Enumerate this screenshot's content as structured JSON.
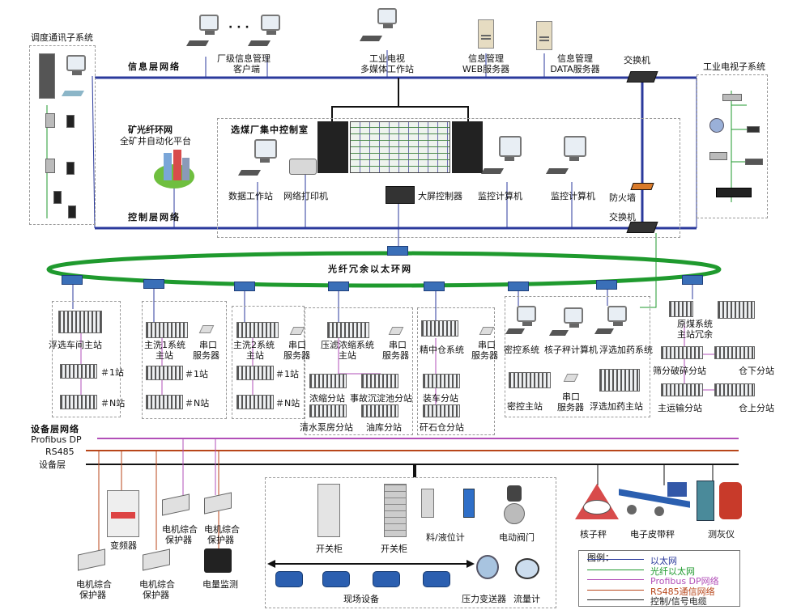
{
  "title_main": "选煤厂集中控制室",
  "ring_title": "光纤冗余以太环网",
  "layers": {
    "info": "信息层网络",
    "control": "控制层网络",
    "device_net": "设备层网络",
    "profibus": "Profibus DP",
    "rs485": "RS485",
    "device_layer": "设备层"
  },
  "dispatch": {
    "title": "调度通讯子系统"
  },
  "mine_ring": {
    "title": "矿光纤环网",
    "subtitle": "全矿井自动化平台"
  },
  "tv_system": {
    "title": "工业电视子系统"
  },
  "info_nodes": {
    "client_line1": "厂级信息管理",
    "client_line2": "客户端",
    "tv_line1": "工业电视",
    "tv_line2": "多媒体工作站",
    "web_line1": "信息管理",
    "web_line2": "WEB服务器",
    "data_line1": "信息管理",
    "data_line2": "DATA服务器",
    "switch": "交换机",
    "dots": "· · ·"
  },
  "control_room": {
    "data_ws": "数据工作站",
    "printer": "网络打印机",
    "screen_ctrl": "大屏控制器",
    "monitor1": "监控计算机",
    "monitor2": "监控计算机",
    "firewall": "防火墙",
    "switch": "交换机"
  },
  "stations": {
    "s1_main": "浮选车间主站",
    "s1_n1": "＃1站",
    "s1_nn": "＃N站",
    "s2_main_l1": "主洗1系统",
    "s2_main_l2": "主站",
    "s2_serial_l1": "串口",
    "s2_serial_l2": "服务器",
    "s2_n1": "＃1站",
    "s2_nn": "＃N站",
    "s3_main_l1": "主洗2系统",
    "s3_main_l2": "主站",
    "s3_serial_l1": "串口",
    "s3_serial_l2": "服务器",
    "s3_n1": "＃1站",
    "s3_nn": "＃N站",
    "s4_main_l1": "压滤浓缩系统",
    "s4_main_l2": "主站",
    "s4_serial_l1": "串口",
    "s4_serial_l2": "服务器",
    "s4_a": "浓缩分站",
    "s4_b": "事故沉淀池分站",
    "s4_c": "清水泵房分站",
    "s4_d": "油库分站",
    "s5_main": "精中仓系统",
    "s5_serial_l1": "串口",
    "s5_serial_l2": "服务器",
    "s5_a": "装车分站",
    "s5_b": "矸石仓分站",
    "s6_a": "密控系统",
    "s6_b": "核子秤计算机",
    "s6_c": "浮选加药系统",
    "s6_d": "密控主站",
    "s6_e_l1": "串口",
    "s6_e_l2": "服务器",
    "s6_f": "浮选加药主站",
    "s7_main_l1": "原煤系统",
    "s7_main_l2": "主站冗余",
    "s7_a": "筛分破碎分站",
    "s7_b": "仓下分站",
    "s7_c": "主运输分站",
    "s7_d": "仓上分站"
  },
  "field": {
    "vfd": "变频器",
    "prot_a_l1": "电机综合",
    "prot_a_l2": "保护器",
    "prot_b_l1": "电机综合",
    "prot_b_l2": "保护器",
    "prot_c_l1": "电机综合",
    "prot_c_l2": "保护器",
    "prot_d_l1": "电机综合",
    "prot_d_l2": "保护器",
    "power_mon": "电量监测",
    "switchgear1": "开关柜",
    "switchgear2": "开关柜",
    "level": "料/液位计",
    "valve": "电动阀门",
    "field_dev": "现场设备",
    "pressure": "压力变送器",
    "flow": "流量计",
    "nuclear_scale": "核子秤",
    "belt_scale": "电子皮带秤",
    "ash": "测灰仪"
  },
  "legend": {
    "title": "图例：",
    "items": [
      {
        "label": "以太网",
        "color": "#2b3a9c"
      },
      {
        "label": "光纤以太网",
        "color": "#1f9a2e"
      },
      {
        "label": "Profibus DP网络",
        "color": "#b24fb8"
      },
      {
        "label": "RS485通信网络",
        "color": "#b8461a"
      },
      {
        "label": "控制/信号电缆",
        "color": "#222222"
      }
    ]
  },
  "colors": {
    "ethernet": "#2b3a9c",
    "fiber": "#1f9a2e",
    "profibus": "#b24fb8",
    "rs485": "#b8461a",
    "cable": "#111111"
  }
}
